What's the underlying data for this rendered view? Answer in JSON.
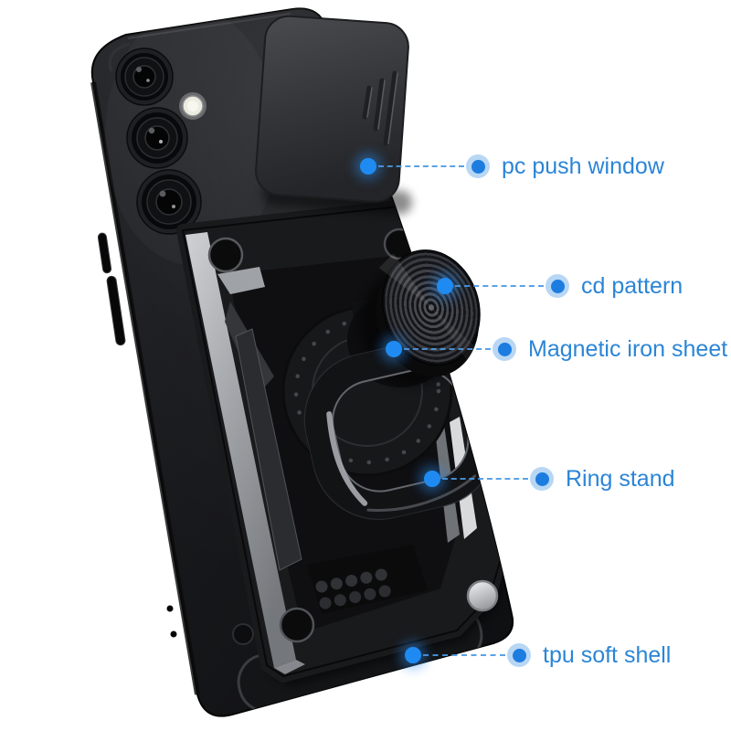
{
  "callouts": [
    {
      "label": "pc push window"
    },
    {
      "label": "cd pattern"
    },
    {
      "label": "Magnetic iron sheet"
    },
    {
      "label": "Ring stand"
    },
    {
      "label": "tpu soft shell"
    }
  ],
  "colors": {
    "background": "#ffffff",
    "accent_text": "#2b85d6",
    "dot_core": "#1d7ce0",
    "dot_halo": "#9cc6ee",
    "target_dot": "#1f8bf2",
    "leader_line": "#4a99e2",
    "case_black": "#17181a",
    "bevel_silver": "#aab0b5"
  }
}
